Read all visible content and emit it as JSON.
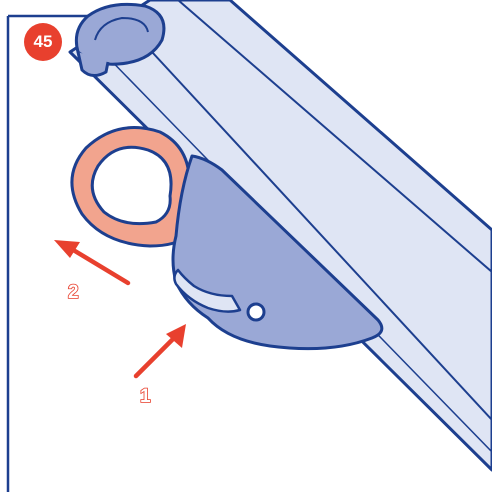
{
  "step": {
    "number": "45"
  },
  "callouts": [
    {
      "label": "2"
    },
    {
      "label": "1"
    }
  ],
  "colors": {
    "outline": "#1d3f8f",
    "rail_fill": "#dfe5f4",
    "latch_fill": "#9aa8d6",
    "loop_fill": "#f2a48e",
    "arrow": "#e8402e",
    "badge": "#e8402e"
  }
}
